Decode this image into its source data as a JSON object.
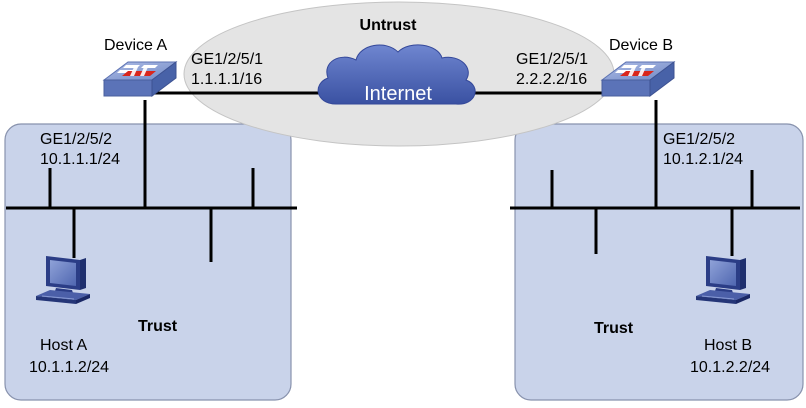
{
  "zones": {
    "untrust": "Untrust",
    "trust_left": "Trust",
    "trust_right": "Trust"
  },
  "cloud": {
    "label": "Internet"
  },
  "device_a": {
    "name": "Device A",
    "wan_if": "GE1/2/5/1",
    "wan_ip": "1.1.1.1/16",
    "lan_if": "GE1/2/5/2",
    "lan_ip": "10.1.1.1/24"
  },
  "device_b": {
    "name": "Device B",
    "wan_if": "GE1/2/5/1",
    "wan_ip": "2.2.2.2/16",
    "lan_if": "GE1/2/5/2",
    "lan_ip": "10.1.2.1/24"
  },
  "host_a": {
    "name": "Host A",
    "ip": "10.1.1.2/24"
  },
  "host_b": {
    "name": "Host B",
    "ip": "10.1.2.2/24"
  },
  "colors": {
    "zone_fill": "#c9d3ea",
    "zone_stroke": "#8892ad",
    "untrust_fill": "#e4e4e4",
    "cloud_fill": "#4a63b2",
    "device_fill": "#7f96cf",
    "device_accent": "#d9261c"
  }
}
